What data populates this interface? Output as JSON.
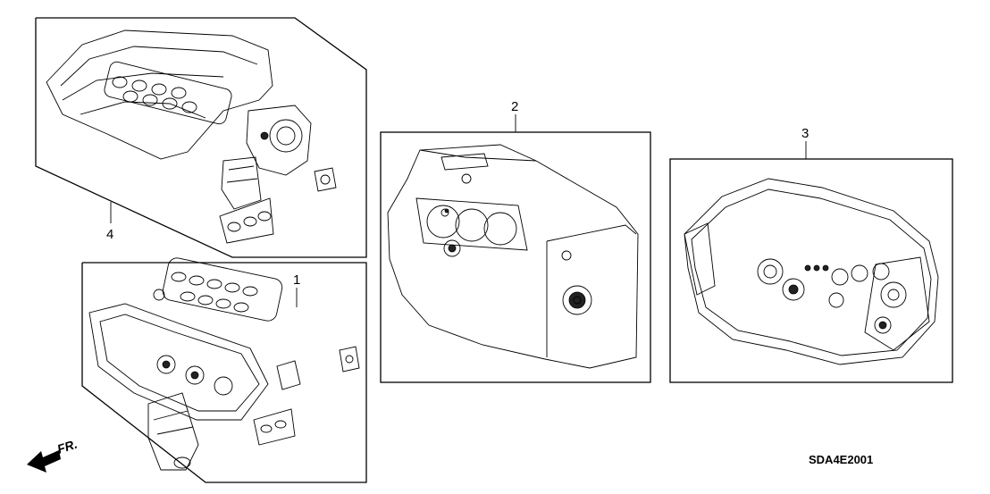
{
  "diagram": {
    "code": "SDA4E2001",
    "direction_label": "FR.",
    "callouts": [
      {
        "id": "4",
        "label": "4"
      },
      {
        "id": "1",
        "label": "1"
      },
      {
        "id": "2",
        "label": "2"
      },
      {
        "id": "3",
        "label": "3"
      }
    ]
  }
}
